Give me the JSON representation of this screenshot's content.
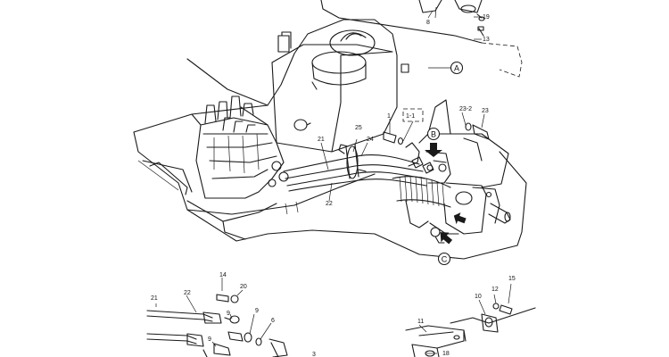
{
  "view_markers": [
    "A",
    "B",
    "C"
  ],
  "part_numbers": {
    "p1": "1",
    "p1_1": "1-1",
    "p3": "3",
    "p6": "6",
    "p8": "8",
    "p9a": "9",
    "p9b": "9",
    "p9c": "9",
    "p10": "10",
    "p11": "11",
    "p12": "12",
    "p13": "13",
    "p14": "14",
    "p15": "15",
    "p18": "18",
    "p19": "19",
    "p20": "20",
    "p21a": "21",
    "p21b": "21",
    "p22a": "22",
    "p22b": "22",
    "p23": "23",
    "p23_2": "23-2",
    "p24": "24",
    "p25": "25"
  }
}
